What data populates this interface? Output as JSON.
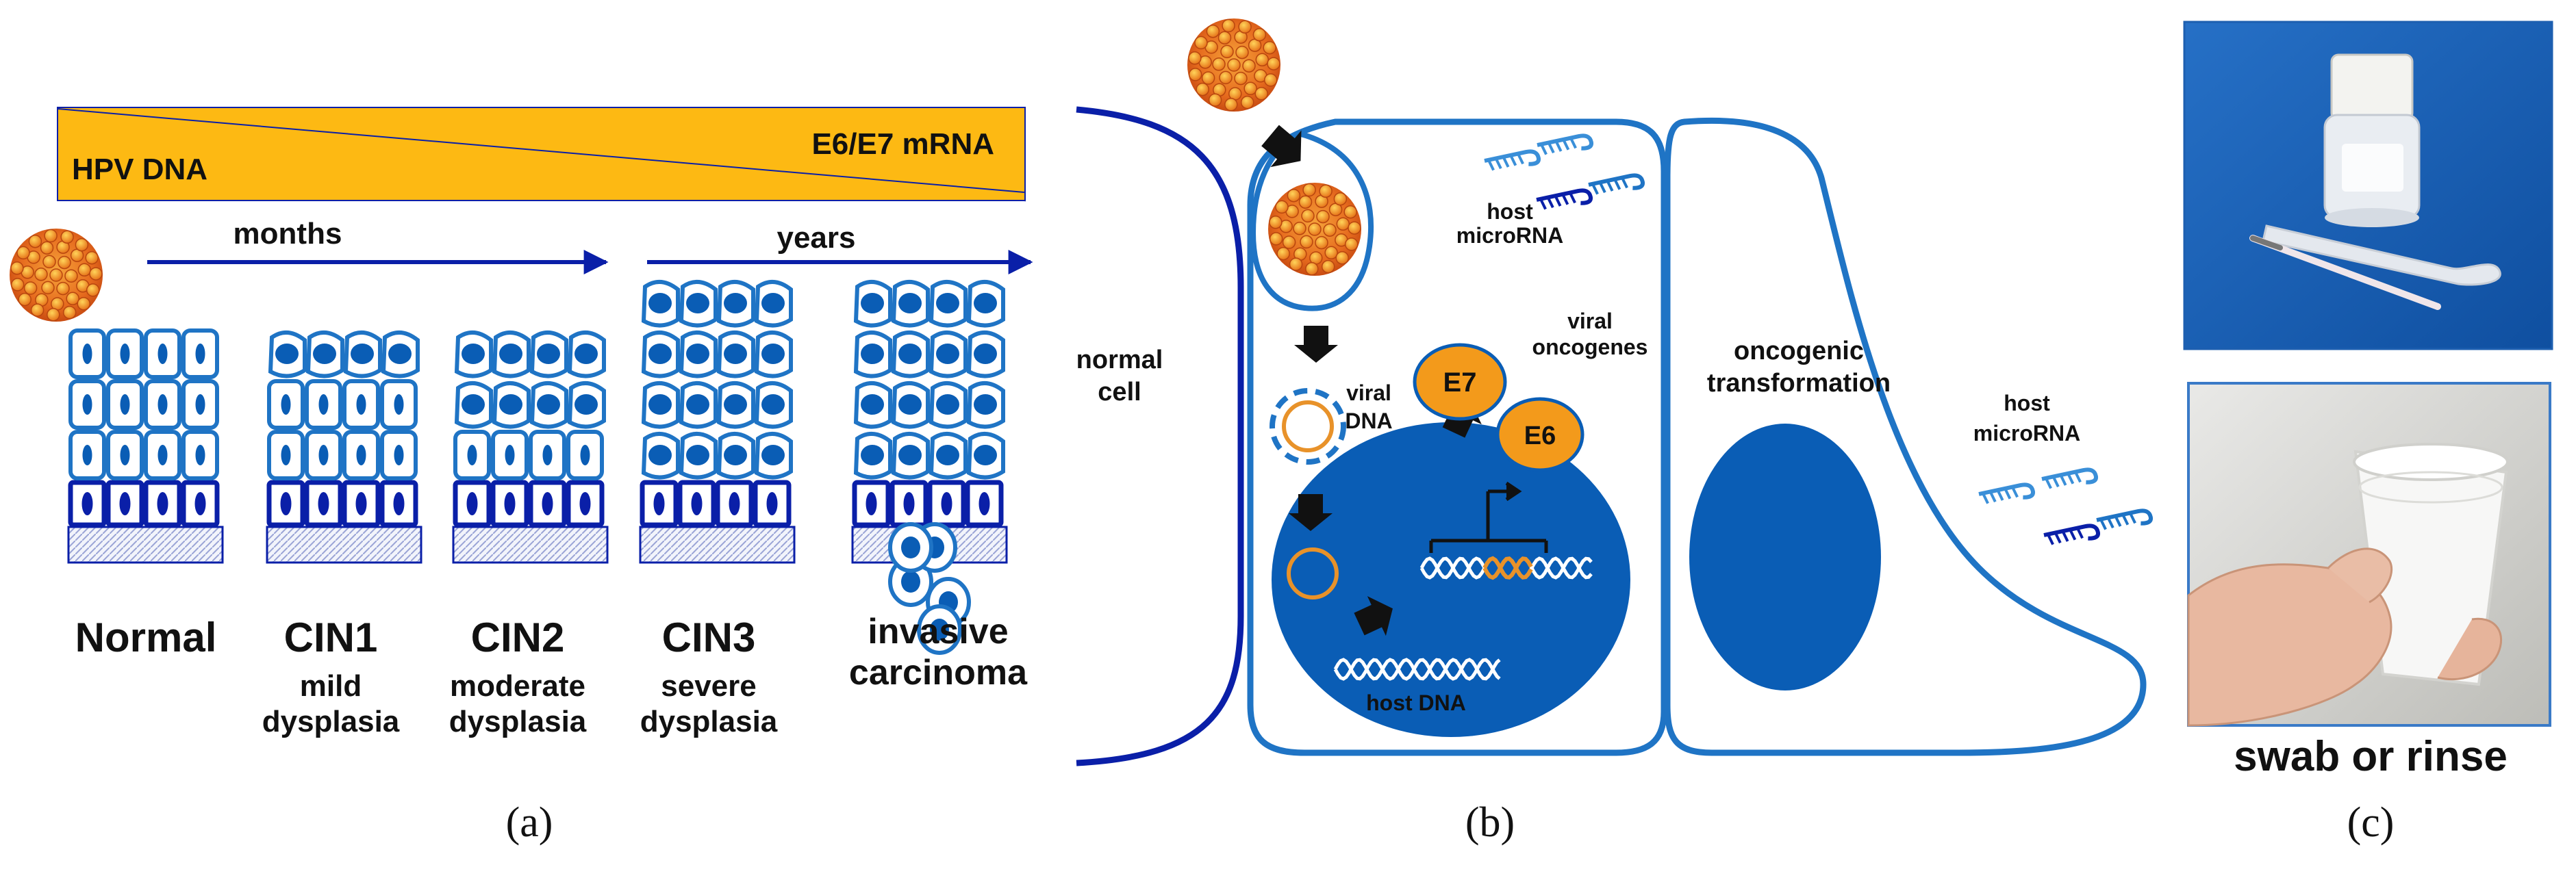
{
  "panel_a": {
    "gradient_left": "HPV DNA",
    "gradient_right": "E6/E7 mRNA",
    "timeline_1": "months",
    "timeline_2": "years",
    "stages": [
      {
        "title": "Normal",
        "sub1": "",
        "sub2": ""
      },
      {
        "title": "CIN1",
        "sub1": "mild",
        "sub2": "dysplasia"
      },
      {
        "title": "CIN2",
        "sub1": "moderate",
        "sub2": "dysplasia"
      },
      {
        "title": "CIN3",
        "sub1": "severe",
        "sub2": "dysplasia"
      },
      {
        "title": "invasive",
        "sub1": "carcinoma",
        "sub2": ""
      }
    ],
    "caption": "(a)"
  },
  "panel_b": {
    "normal_cell": [
      "normal",
      "cell"
    ],
    "host_microrna_top": [
      "host",
      "microRNA"
    ],
    "viral_oncogenes": [
      "viral",
      "oncogenes"
    ],
    "viral_dna": [
      "viral",
      "DNA"
    ],
    "e7": "E7",
    "e6": "E6",
    "host_dna": "host DNA",
    "oncogenic": [
      "oncogenic",
      "transformation"
    ],
    "host_microrna_right": [
      "host",
      "microRNA"
    ],
    "caption": "(b)"
  },
  "panel_c": {
    "label": "swab or rinse",
    "caption": "(c)"
  },
  "colors": {
    "gradient_yellow": "#FDB913",
    "cell_blue": "#1F74C5",
    "dark_navy": "#0A1FA8",
    "nucleus_blue": "#0A5DB5",
    "virus_orange": "#E8762A",
    "orange_oncogene": "#F39A1B",
    "photo_blue": "#1B62B9"
  }
}
